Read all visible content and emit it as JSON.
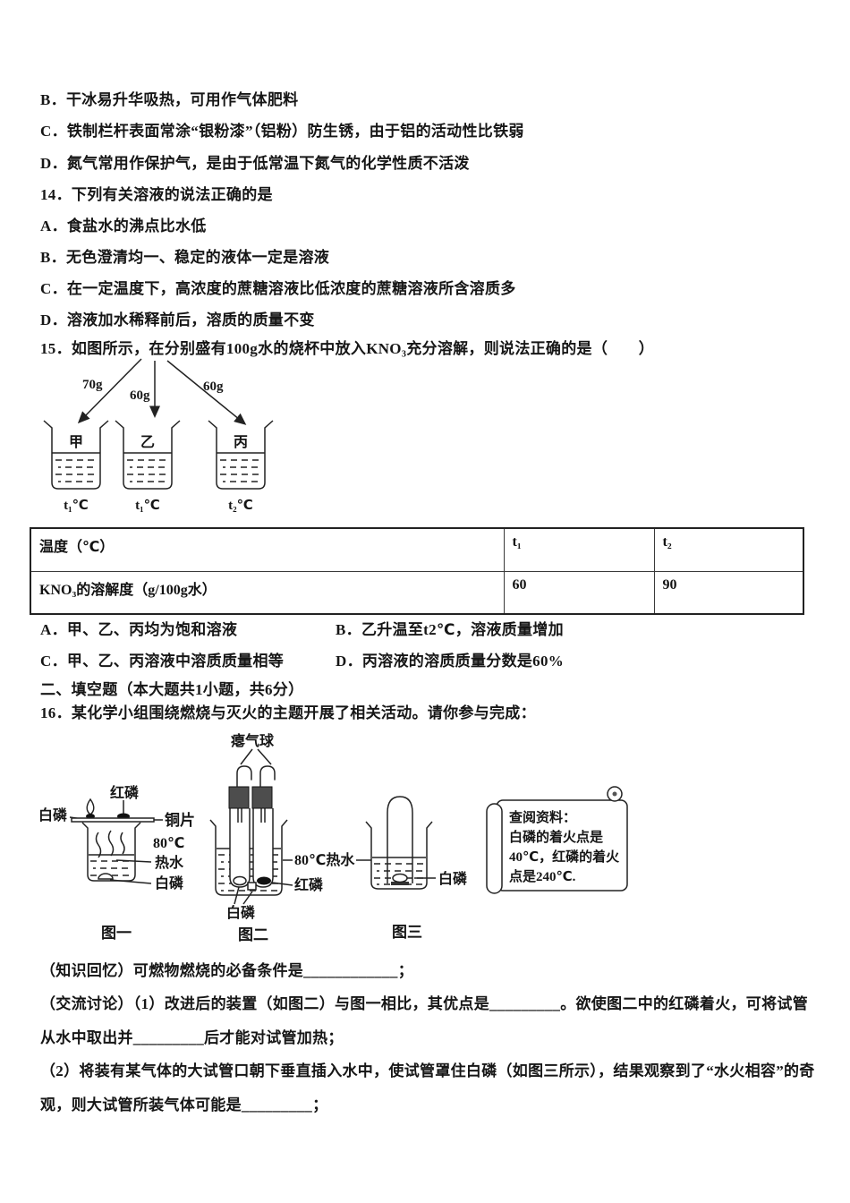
{
  "q13": {
    "b": "B．干冰易升华吸热，可用作气体肥料",
    "c": "C．铁制栏杆表面常涂“银粉漆”（铝粉）防生锈，由于铝的活动性比铁弱",
    "d": "D．氮气常用作保护气，是由于低常温下氮气的化学性质不活泼"
  },
  "q14": {
    "stem": "14．下列有关溶液的说法正确的是",
    "a": "A．食盐水的沸点比水低",
    "b": "B．无色澄清均一、稳定的液体一定是溶液",
    "c": "C．在一定温度下，高浓度的蔗糖溶液比低浓度的蔗糖溶液所含溶质多",
    "d": "D．溶液加水稀释前后，溶质的质量不变"
  },
  "q15": {
    "stem": "15．如图所示，在分别盛有100g水的烧杯中放入KNO₃充分溶解，则说法正确的是（　　）",
    "figure": {
      "m1": "70g",
      "m2": "60g",
      "m3": "60g",
      "b1": "甲",
      "b2": "乙",
      "b3": "丙",
      "t1": "t₁℃",
      "t2": "t₁℃",
      "t3": "t₂℃"
    },
    "table": {
      "header": [
        "温度（℃）",
        "t₁",
        "t₂"
      ],
      "row": [
        "KNO₃的溶解度（g/100g水）",
        "60",
        "90"
      ]
    },
    "a": "A．甲、乙、丙均为饱和溶液",
    "b": "B．乙升温至t2℃，溶液质量增加",
    "c": "C．甲、乙、丙溶液中溶质质量相等",
    "d": "D．丙溶液的溶质质量分数是60%"
  },
  "section2": "二、填空题（本大题共1小题，共6分）",
  "q16": {
    "stem": "16．某化学小组围绕燃烧与灭火的主题开展了相关活动。请你参与完成：",
    "figure": {
      "balloon": "瘪气球",
      "red_p": "红磷",
      "white_p": "白磷",
      "copper": "铜片",
      "temp80": "80℃",
      "hot_water": "热水",
      "hot_water80": "80℃热水",
      "caption1": "图一",
      "caption2": "图二",
      "caption3": "图三",
      "note1": "查阅资料：",
      "note2": "白磷的着火点是",
      "note3": "40℃，红磷的着火",
      "note4": "点是240℃."
    },
    "recall": "（知识回忆）可燃物燃烧的必备条件是____________；",
    "d1a": "（交流讨论）（1）改进后的装置（如图二）与图一相比，其优点是_________。欲使图二中的红磷着火，可将试管",
    "d1b": "从水中取出并_________后才能对试管加热；",
    "d2a": "（2）将装有某气体的大试管口朝下垂直插入水中，使试管罩住白磷（如图三所示），结果观察到了“水火相容”的奇",
    "d2b": "观，则大试管所装气体可能是_________；"
  }
}
